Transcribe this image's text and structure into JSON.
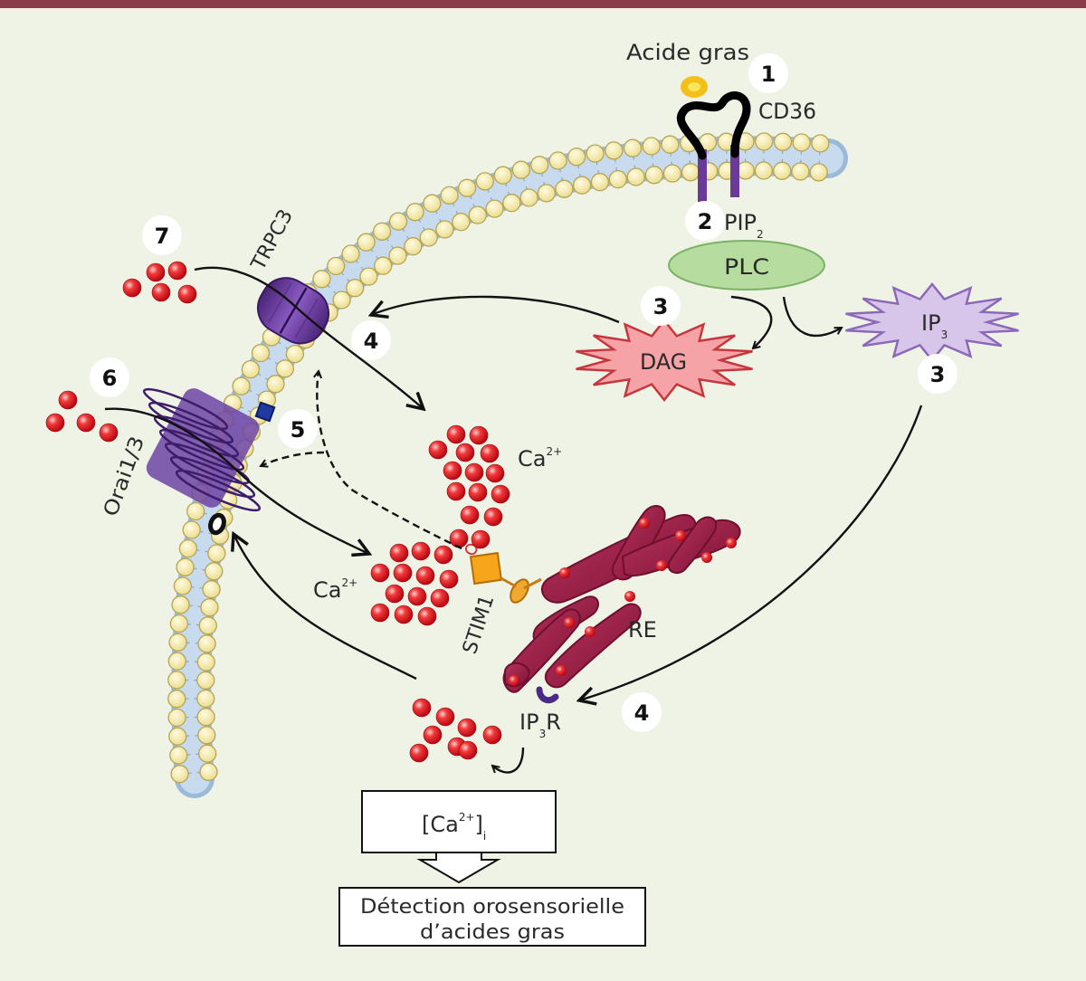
{
  "labels": {
    "fatty_acid": "Acide gras",
    "cd36": "CD36",
    "pip": "PIP",
    "pip_sub": "2",
    "plc": "PLC",
    "ip3": "IP",
    "ip3_sub": "3",
    "dag": "DAG",
    "trpc3": "TRPC3",
    "orai": "Orai1/3",
    "ca_top": "Ca",
    "ca_left": "Ca",
    "ca_sup": "2+",
    "stim1": "STIM1",
    "re": "RE",
    "ip3r_a": "IP",
    "ip3r_sub": "3",
    "ip3r_b": "R",
    "box_ca_open": "[Ca",
    "box_ca_sup": "2+",
    "box_ca_close": "]",
    "box_ca_sub": "i",
    "detection_1": "Détection orosensorielle",
    "detection_2": "d’acides gras"
  },
  "steps": {
    "s1": "1",
    "s2": "2",
    "s3a": "3",
    "s3b": "3",
    "s4a": "4",
    "s4b": "4",
    "s5": "5",
    "s6": "6",
    "s7": "7"
  },
  "colors": {
    "header_bar": "#8a3a48",
    "background": "#eef3e6",
    "membrane_blue": "#bcd3ea",
    "lipid_head": "#f3e9a4",
    "plc_green": "#b6dca0",
    "ip3_purple": "#d8c6ea",
    "dag_pink": "#f5a3a6",
    "er_maroon": "#9a1f45",
    "channel_purple": "#6a3a99",
    "calcium_red": "#e0222c"
  }
}
